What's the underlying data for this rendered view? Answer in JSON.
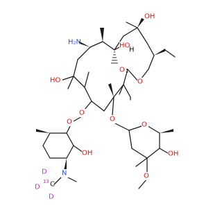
{
  "labels": {
    "nh2": "H₂N",
    "oh_top": "OH",
    "oh_mid": "HO",
    "h_mid": "H",
    "o_carbonyl": "O",
    "o_ring_ester": "O",
    "oh_left": "HO",
    "o_sugar1_link": "O",
    "o_sugar2_link": "O",
    "o_sugar1_ring": "O",
    "o_sugar2_ring": "O",
    "oh_sugar1": "OH",
    "oh_sugar2": "OH",
    "o_methoxy": "O",
    "n_dimethyl": "N",
    "d1": "D",
    "d2": "D",
    "d3": "D",
    "iso_13": "13",
    "c_label": "C"
  },
  "colors": {
    "oxygen": "#ff0d0d",
    "nitrogen": "#3050f8",
    "isotope": "#cc33cc",
    "bond": "#1a1a1a"
  }
}
